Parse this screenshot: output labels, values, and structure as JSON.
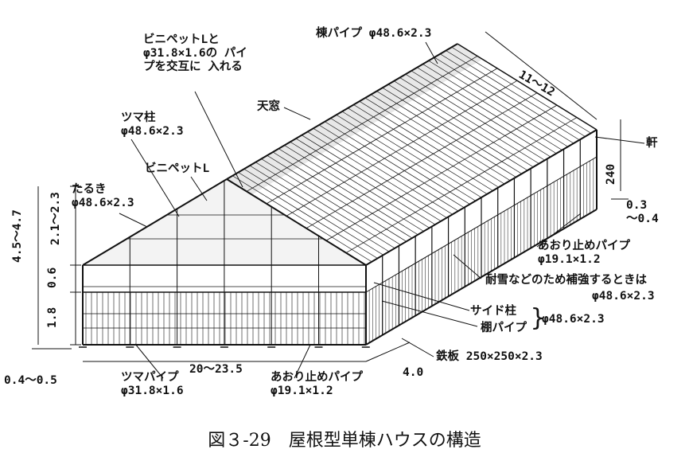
{
  "caption": "図３-29　屋根型単棟ハウスの構造",
  "labels": {
    "ridge_pipe": "棟パイプ φ48.6×2.3",
    "vinipet_combo": "ビニペットLと φ31.8×1.6の パイプを交互に 入れる",
    "skylight": "天窓",
    "width_dim": "11～12",
    "eaves": "軒",
    "dim_240": "240",
    "dim_03_04": "0.3 ～0.4",
    "tsuma_pillar": "ツマ柱 φ48.6×2.3",
    "vinipet_l": "ビニペットL",
    "taruki": "たるき φ48.6×2.3",
    "aori_pipe_right": "あおり止めパイプ φ19.1×1.2",
    "snow_reinforce_1": "耐雪などのため補強するときは",
    "snow_reinforce_2": "φ48.6×2.3",
    "side_pillar": "サイド柱",
    "shelf_pipe": "棚パイプ",
    "side_spec": "φ48.6×2.3",
    "steel_plate": "鉄板 250×250×2.3",
    "dim_40": "4.0",
    "length_dim": "20～23.5",
    "aori_pipe_bottom": "あおり止めパイプ φ19.1×1.2",
    "tsuma_pipe": "ツマパイプ φ31.8×1.6",
    "dim_04_05": "0.4～0.5",
    "dim_total": "4.5～4.7",
    "dim_roof": "2.1～2.3",
    "dim_06": "0.6",
    "dim_18": "1.8"
  }
}
